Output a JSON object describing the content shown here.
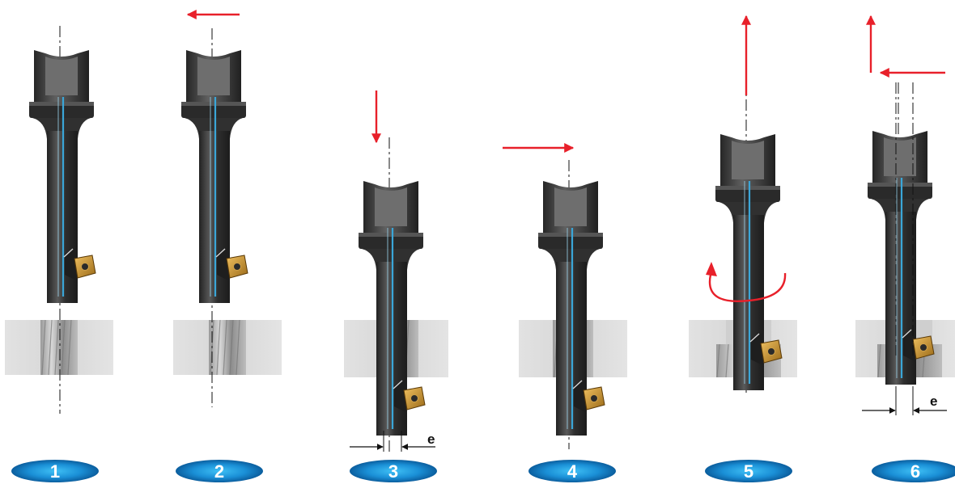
{
  "steps": [
    {
      "number": "1"
    },
    {
      "number": "2"
    },
    {
      "number": "3"
    },
    {
      "number": "4"
    },
    {
      "number": "5"
    },
    {
      "number": "6"
    }
  ],
  "offset_label": "e",
  "colors": {
    "arrow": "#e8202a",
    "coolant": "#3aa6d8",
    "badge_outer": "#0b6fb3",
    "badge_inner": "#2fb2ee",
    "workpiece": "#dcdcdc",
    "tool_dark": "#3a3a3a",
    "insert": "#c8922a"
  }
}
